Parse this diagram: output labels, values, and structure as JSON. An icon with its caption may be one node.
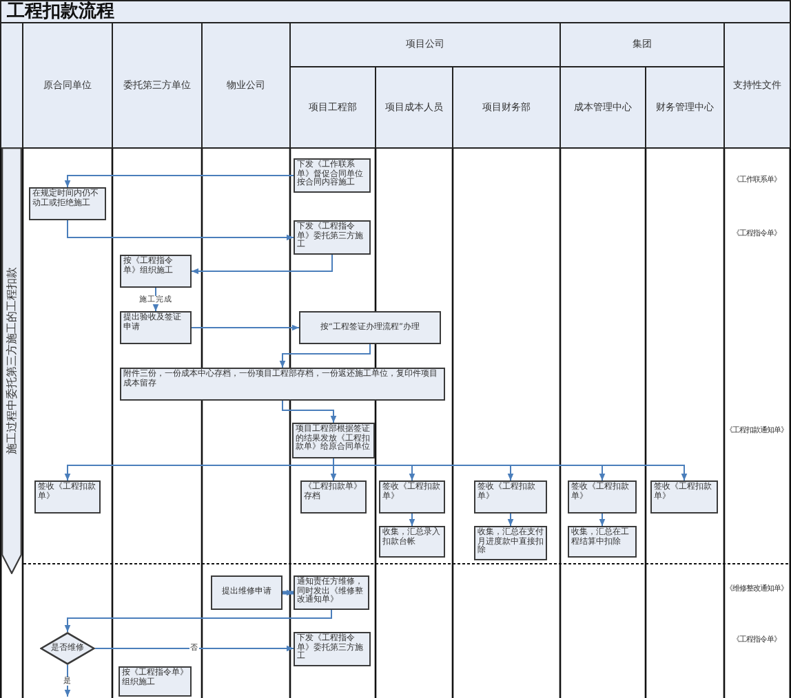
{
  "diagram": {
    "title": "工程扣款流程",
    "nodes": [
      {
        "text": [
          "原合同单位"
        ]
      },
      {
        "text": [
          "委托第三方单位"
        ]
      },
      {
        "text": [
          "物业公司"
        ]
      },
      {
        "text": [
          "项目公司"
        ]
      },
      {
        "text": [
          "集团"
        ]
      },
      {
        "text": [
          "支持性文件"
        ]
      },
      {
        "text": [
          "项目工程部"
        ]
      },
      {
        "text": [
          "项目成本人员"
        ]
      },
      {
        "text": [
          "项目财务部"
        ]
      },
      {
        "text": [
          "成本管理中心"
        ]
      },
      {
        "text": [
          "财务管理中心"
        ]
      },
      {
        "text": [
          "施工过程中委托第三方施工的工程扣款"
        ]
      },
      {
        "text": [
          "下发《工作联系单》督促合同单位按合同内容施工"
        ]
      },
      {
        "text": [
          "在规定时间内仍不动工或拒绝施工"
        ]
      },
      {
        "text": [
          "下发《工程指令单》委托第三方施工"
        ]
      },
      {
        "text": [
          "按《工程指令单》组织施工"
        ]
      },
      {
        "text": [
          "提出验收及签证申请"
        ]
      },
      {
        "text": [
          "按“工程签证办理流程”办理"
        ]
      },
      {
        "text": [
          "附件三份，一份成本中心存档，一份项目工程部存档，一份返还施工单位，复印件项目成本留存"
        ]
      },
      {
        "text": [
          "项目工程部根据签证的结果发放《工程扣款单》给原合同单位"
        ]
      },
      {
        "text": [
          "签收《工程扣款单》"
        ]
      },
      {
        "text": [
          "《工程扣款单》存档"
        ]
      },
      {
        "text": [
          "签收《工程扣款单》"
        ]
      },
      {
        "text": [
          "签收《工程扣款单》"
        ]
      },
      {
        "text": [
          "签收《工程扣款单》"
        ]
      },
      {
        "text": [
          "签收《工程扣款单》"
        ]
      },
      {
        "text": [
          "收集，汇总录入扣款台帐"
        ]
      },
      {
        "text": [
          "收集，汇总在支付月进度款中直接扣除"
        ]
      },
      {
        "text": [
          "收集，汇总在工程结算中扣除"
        ]
      },
      {
        "text": [
          "提出维修申请"
        ]
      },
      {
        "text": [
          "通知责任方维修，同时发出《维修整改通知单》"
        ]
      },
      {
        "text": [
          "是否维修"
        ]
      },
      {
        "text": [
          "下发《工程指令单》委托第三方施工"
        ]
      },
      {
        "text": [
          "按《工程指令单》组织施工"
        ]
      }
    ],
    "edges": [
      {
        "from": 12,
        "to": 13,
        "arrow": "to"
      },
      {
        "from": 13,
        "to": 14,
        "arrow": "to"
      },
      {
        "from": 14,
        "to": 15,
        "arrow": "to"
      },
      {
        "from": 15,
        "to": 16,
        "arrow": "to",
        "label": "施工完成"
      },
      {
        "from": 16,
        "to": 17,
        "arrow": "to"
      },
      {
        "from": 17,
        "to": 18,
        "arrow": "to"
      },
      {
        "from": 18,
        "to": 19,
        "arrow": "to"
      },
      {
        "from": 19,
        "to": 20,
        "arrow": "to"
      },
      {
        "from": 19,
        "to": 21,
        "arrow": "to"
      },
      {
        "from": 19,
        "to": 22,
        "arrow": "to"
      },
      {
        "from": 19,
        "to": 23,
        "arrow": "to"
      },
      {
        "from": 19,
        "to": 24,
        "arrow": "to"
      },
      {
        "from": 19,
        "to": 25,
        "arrow": "to"
      },
      {
        "from": 22,
        "to": 26,
        "arrow": "to"
      },
      {
        "from": 23,
        "to": 27,
        "arrow": "to"
      },
      {
        "from": 24,
        "to": 28,
        "arrow": "to"
      },
      {
        "from": 29,
        "to": 30,
        "arrow": "to",
        "style": "thick"
      },
      {
        "from": 30,
        "to": 31,
        "arrow": "to"
      },
      {
        "from": 31,
        "to": 32,
        "arrow": "to",
        "label": "否"
      },
      {
        "from": 31,
        "to": null,
        "arrow": "to",
        "label": "是"
      }
    ],
    "labels": [
      "《工作联系单》",
      "《工程指令单》",
      "《工程扣款通知单》",
      "《维修整改通知单》",
      "《工程指令单》"
    ]
  }
}
